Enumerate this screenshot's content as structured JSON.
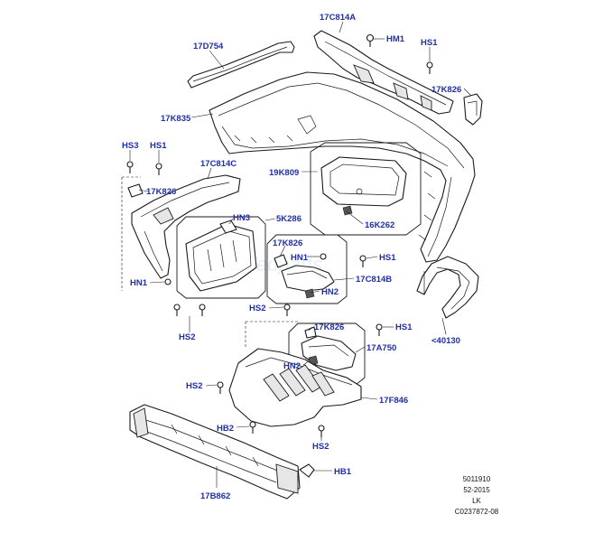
{
  "colors": {
    "callout": "#1f2fa6",
    "line": "#1a1a1a",
    "watermark": "#cfe0f0"
  },
  "labels": {
    "l_17C814A": "17C814A",
    "l_HM1": "HM1",
    "l_17D754": "17D754",
    "l_HS1_top": "HS1",
    "l_17K826_r": "17K826",
    "l_17K835": "17K835",
    "l_HS3": "HS3",
    "l_HS1_left": "HS1",
    "l_17C814C": "17C814C",
    "l_19K809": "19K809",
    "l_17K826_l": "17K826",
    "l_HN3": "HN3",
    "l_5K286": "5K286",
    "l_16K262": "16K262",
    "l_17K826_m": "17K826",
    "l_HN1_m": "HN1",
    "l_HS1_m": "HS1",
    "l_HN1_l": "HN1",
    "l_17C814B": "17C814B",
    "l_HN2_m": "HN2",
    "l_HS2_m": "HS2",
    "l_17K826_b": "17K826",
    "l_HS1_b": "HS1",
    "l_HS2_l": "HS2",
    "l_17A750": "17A750",
    "l_40130": "<40130",
    "l_HN2_b": "HN2",
    "l_HS2_bl": "HS2",
    "l_17F846": "17F846",
    "l_HB2": "HB2",
    "l_HS2_br": "HS2",
    "l_HB1": "HB1",
    "l_17B862": "17B862"
  },
  "reference": [
    "5011910",
    "52-2015",
    "LK",
    "C0237872-08"
  ],
  "watermark": "Imbuedparts"
}
